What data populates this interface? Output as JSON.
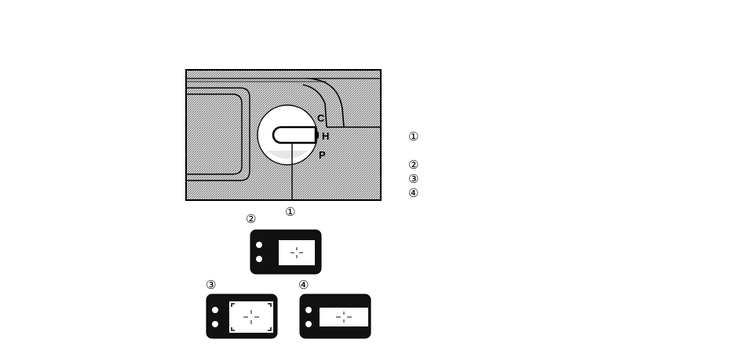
{
  "mode_dial": {
    "positions": [
      "C",
      "H",
      "P"
    ],
    "selected": "H"
  },
  "callouts": {
    "marker_1": "①",
    "marker_2": "②",
    "marker_3": "③",
    "marker_4": "④"
  },
  "legend": {
    "item_1": "①",
    "item_2": "②",
    "item_3": "③",
    "item_4": "④"
  },
  "colors": {
    "panel_fill": "#bdbdbd",
    "ink": "#111111",
    "paper": "#ffffff"
  }
}
